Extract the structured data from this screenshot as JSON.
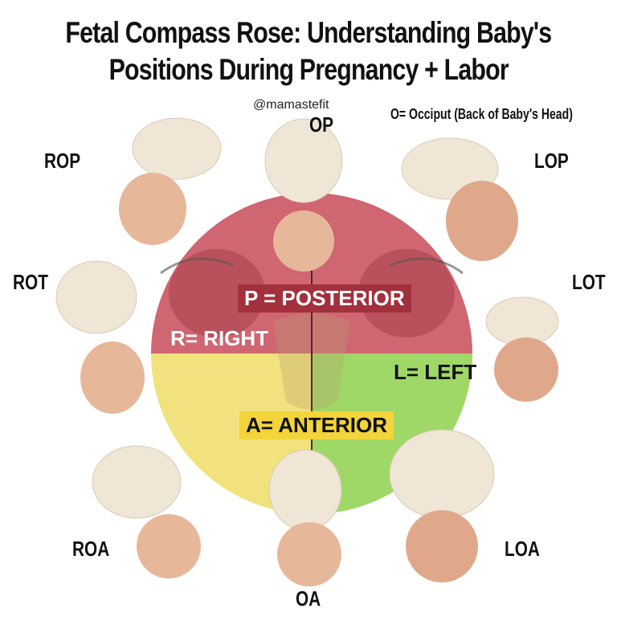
{
  "title": {
    "line1": "Fetal Compass Rose: Understanding Baby's",
    "line2": "Positions During Pregnancy + Labor"
  },
  "handle": "@mamastefit",
  "legend": "O= Occiput (Back of Baby's Head)",
  "positions": {
    "op": "OP",
    "rop": "ROP",
    "lop": "LOP",
    "rot": "ROT",
    "lot": "LOT",
    "roa": "ROA",
    "oa": "OA",
    "loa": "LOA"
  },
  "zones": {
    "posterior": "P = POSTERIOR",
    "right": "R= RIGHT",
    "left": "L= LEFT",
    "anterior": "A= ANTERIOR"
  },
  "colors": {
    "posterior": "#cf6672",
    "anterior_right": "#f1e27e",
    "anterior_left": "#9fd867",
    "posterior_banner": "#a3303d",
    "anterior_banner": "#f3d43a"
  }
}
